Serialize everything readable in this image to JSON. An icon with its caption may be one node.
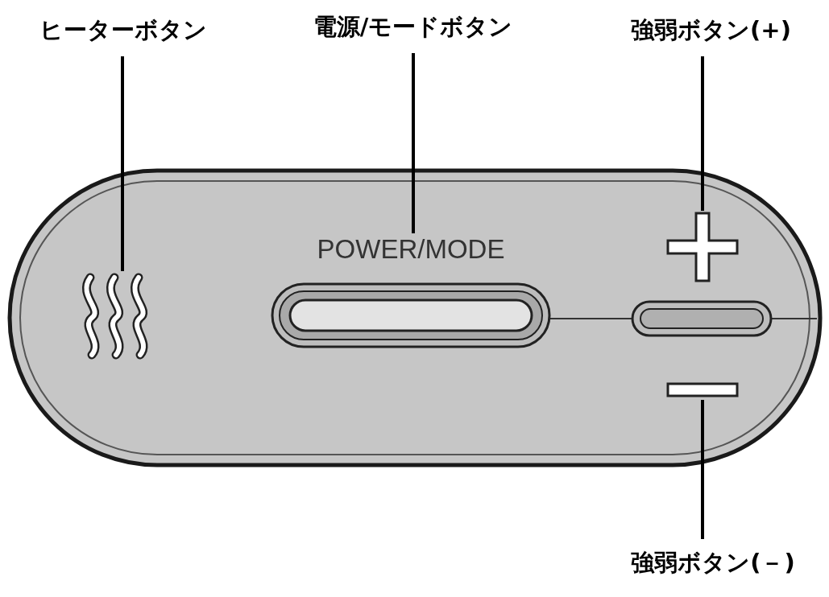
{
  "diagram": {
    "nodes": [
      {
        "text": [
          "ヒーターボタン"
        ]
      },
      {
        "text": [
          "電源/モードボタン"
        ]
      },
      {
        "text": [
          "強弱ボタン(+)"
        ]
      },
      {
        "text": [
          "強弱ボタン(－)"
        ]
      },
      {
        "text": [],
        "shape": "wave"
      },
      {
        "text": [
          "POWER/MODE"
        ]
      },
      {
        "text": [],
        "shape": "plus"
      },
      {
        "text": [],
        "shape": "bar"
      }
    ],
    "edges": [
      {
        "from": 0,
        "to": 4,
        "arrow": "none"
      },
      {
        "from": 1,
        "to": 5,
        "arrow": "none"
      },
      {
        "from": 2,
        "to": 6,
        "arrow": "none"
      },
      {
        "from": 3,
        "to": 7,
        "arrow": "none"
      }
    ]
  }
}
